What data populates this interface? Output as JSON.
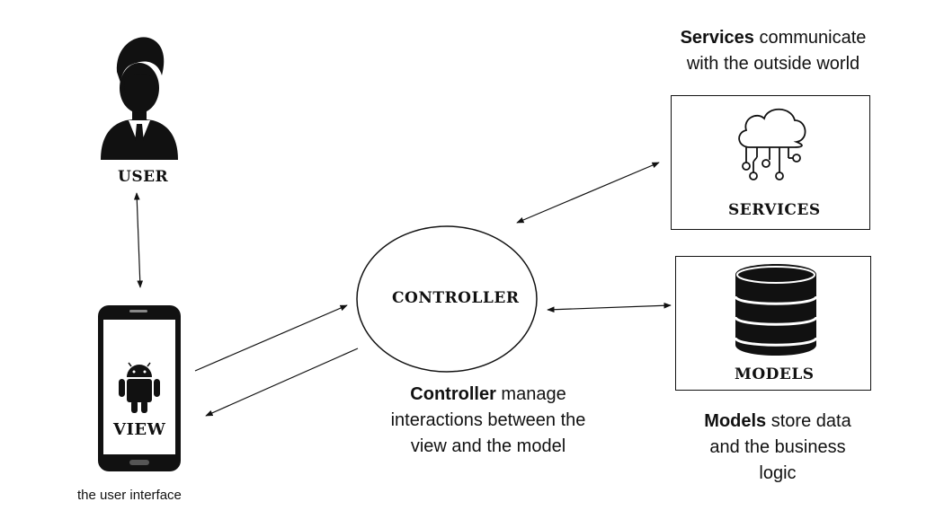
{
  "user": {
    "label": "USER"
  },
  "view": {
    "label": "VIEW",
    "caption": "the user interface"
  },
  "controller": {
    "label": "CONTROLLER",
    "caption_bold": "Controller",
    "caption_line1_rest": " manage",
    "caption_line2": "interactions between the",
    "caption_line3": "view and the model"
  },
  "services": {
    "label": "SERVICES",
    "caption_bold": "Services",
    "caption_line1_rest": " communicate",
    "caption_line2": "with the outside world"
  },
  "models": {
    "label": "MODELS",
    "caption_bold": "Models",
    "caption_line1_rest": " store data",
    "caption_line2": "and the business",
    "caption_line3": "logic"
  },
  "icons": {
    "user": "user-icon",
    "phone": "phone-icon",
    "android": "android-icon",
    "cloud": "cloud-icon",
    "database": "database-icon"
  }
}
